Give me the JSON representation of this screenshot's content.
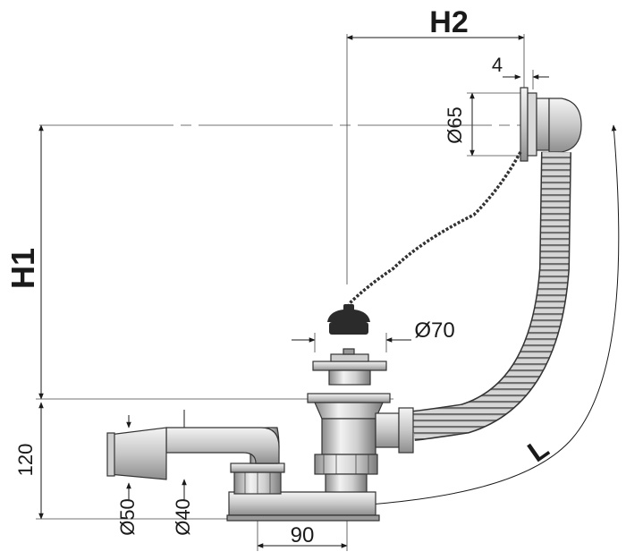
{
  "labels": {
    "h2": "H2",
    "h1": "H1",
    "l": "L",
    "dim_4": "4",
    "dim_d65": "Ø65",
    "dim_d70": "Ø70",
    "dim_120": "120",
    "dim_d50": "Ø50",
    "dim_d40": "Ø40",
    "dim_90": "90"
  },
  "colors": {
    "line": "#1a1a1a",
    "metal_light": "#e6e6e6",
    "metal_mid": "#bdbdbd",
    "metal_dark": "#8a8a8a",
    "stopper": "#2b2b2b"
  }
}
